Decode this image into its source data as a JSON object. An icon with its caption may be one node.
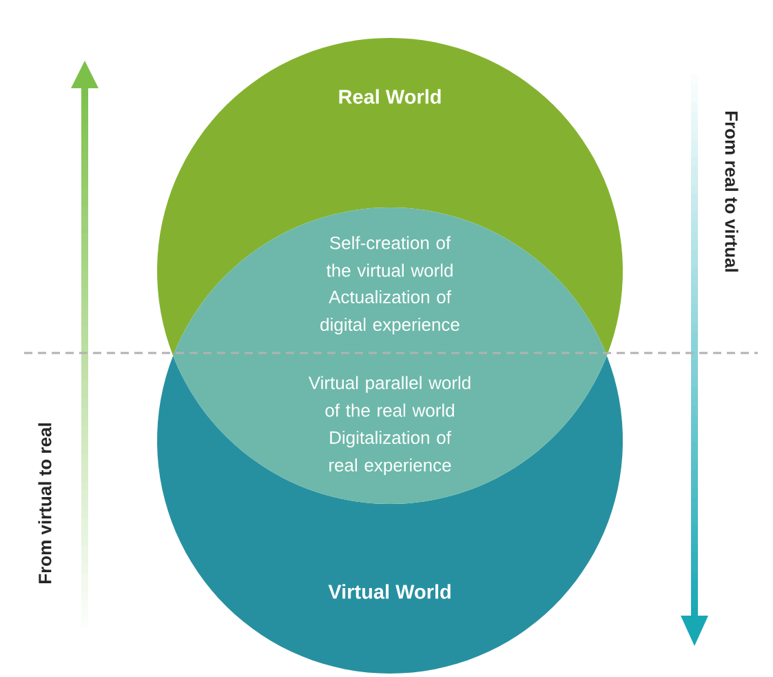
{
  "diagram": {
    "nodes": [
      {
        "text": [
          "Real World"
        ]
      },
      {
        "text": [
          "Virtual World"
        ]
      },
      {
        "text": [
          "Self-creation of the virtual world",
          "Actualization of digital experience",
          "Virtual parallel world of the real world",
          "Digitalization of real experience"
        ]
      }
    ],
    "labels": [
      "From virtual to real",
      "From real to virtual"
    ]
  }
}
